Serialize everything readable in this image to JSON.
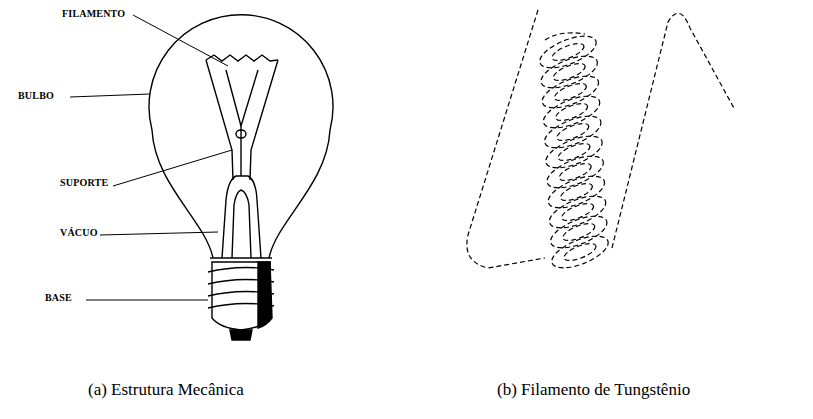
{
  "diagram": {
    "labels": [
      "FILAMENTO",
      "BULBO",
      "SUPORTE",
      "VÁCUO",
      "BASE",
      "(a) Estrutura Mecânica",
      "(b) Filamento de Tungstênio"
    ]
  }
}
